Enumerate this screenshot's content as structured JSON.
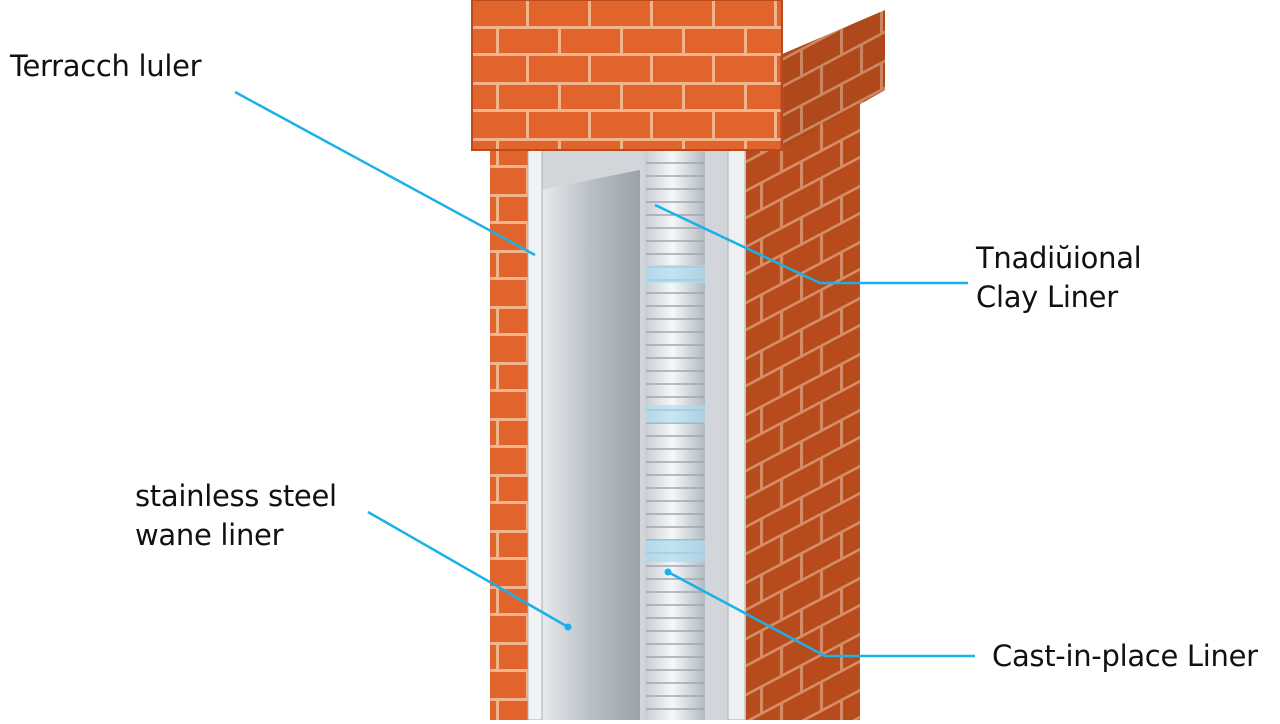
{
  "labels": {
    "top_left": "Terracch luler",
    "right_top_line1": "Tnadiŭional",
    "right_top_line2": "Clay Liner",
    "left_bottom_line1": "stainless steel",
    "left_bottom_line2": "wane liner",
    "right_bottom": "Cast-in-place Liner"
  },
  "colors": {
    "brick": "#e2642d",
    "brick_dark": "#b94a1f",
    "mortar": "#f3b48c",
    "steel": "#c9cfd5",
    "flue_pipe": "#e6eaee",
    "leader_line": "#1ab0e8"
  }
}
